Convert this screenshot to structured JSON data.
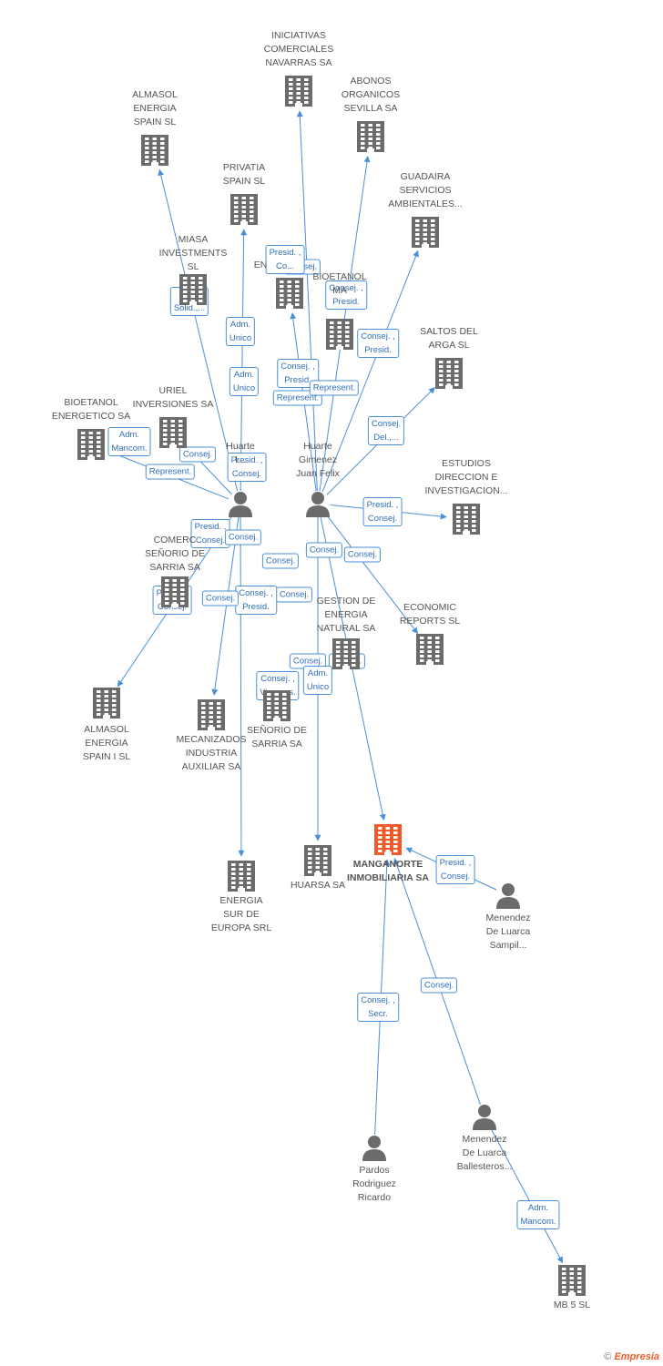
{
  "colors": {
    "link": "#4a90d9",
    "building": "#6b6b6b",
    "focus": "#f05a28",
    "person": "#6b6b6b"
  },
  "nodes": [
    {
      "id": "iniciativas",
      "type": "company",
      "label": "INICIATIVAS\nCOMERCIALES\nNAVARRAS SA"
    },
    {
      "id": "abonos",
      "type": "company",
      "label": "ABONOS\nORGANICOS\nSEVILLA SA"
    },
    {
      "id": "almasol",
      "type": "company",
      "label": "ALMASOL\nENERGIA\nSPAIN  SL"
    },
    {
      "id": "privatia",
      "type": "company",
      "label": "PRIVATIA\nSPAIN SL"
    },
    {
      "id": "guadaira",
      "type": "company",
      "label": "GUADAIRA\nSERVICIOS\nAMBIENTALES..."
    },
    {
      "id": "miasa",
      "type": "company",
      "label": "MIASA\nINVESTMENTS\nSL"
    },
    {
      "id": "en",
      "type": "company",
      "label": "EN"
    },
    {
      "id": "bioetanol2",
      "type": "company",
      "label": "BIOETANOL\nMA"
    },
    {
      "id": "saltos",
      "type": "company",
      "label": "SALTOS DEL\nARGA SL"
    },
    {
      "id": "uriel",
      "type": "company",
      "label": "URIEL\nINVERSIONES SA"
    },
    {
      "id": "bioetanol",
      "type": "company",
      "label": "BIOETANOL\nENERGETICO SA"
    },
    {
      "id": "huarte1",
      "type": "person",
      "label": "Huarte\nI..."
    },
    {
      "id": "huarte2",
      "type": "person",
      "label": "Huarte\nGimenez\nJuan Felix"
    },
    {
      "id": "estudios",
      "type": "company",
      "label": "ESTUDIOS\nDIRECCION E\nINVESTIGACION..."
    },
    {
      "id": "comerc",
      "type": "company",
      "label": "COMERC\nSEÑORIO DE\nSARRIA SA"
    },
    {
      "id": "gestion",
      "type": "company",
      "label": "GESTION DE\nENERGIA\nNATURAL SA"
    },
    {
      "id": "economic",
      "type": "company",
      "label": "ECONOMIC\nREPORTS SL"
    },
    {
      "id": "almasol1",
      "type": "company",
      "label": "ALMASOL\nENERGIA\nSPAIN I  SL"
    },
    {
      "id": "mecanizados",
      "type": "company",
      "label": "MECANIZADOS\nINDUSTRIA\nAUXILIAR SA"
    },
    {
      "id": "senorio",
      "type": "company",
      "label": "SEÑORIO DE\nSARRIA SA"
    },
    {
      "id": "energiasur",
      "type": "company",
      "label": "ENERGIA\nSUR DE\nEUROPA SRL"
    },
    {
      "id": "huarsa",
      "type": "company",
      "label": "HUARSA SA"
    },
    {
      "id": "manganorte",
      "type": "focus",
      "label": "MANGANORTE\nINMOBILIARIA SA"
    },
    {
      "id": "menendez1",
      "type": "person",
      "label": "Menendez\nDe Luarca\nSampil..."
    },
    {
      "id": "pardos",
      "type": "person",
      "label": "Pardos\nRodriguez\nRicardo"
    },
    {
      "id": "menendez2",
      "type": "person",
      "label": "Menendez\nDe Luarca\nBallesteros..."
    },
    {
      "id": "mb5",
      "type": "company",
      "label": "MB 5 SL"
    }
  ],
  "links": [
    {
      "from": "huarte2",
      "to": "iniciativas",
      "label": "Consej."
    },
    {
      "from": "huarte2",
      "to": "abonos",
      "label": "Consej. ,\nPresid."
    },
    {
      "from": "huarte1",
      "to": "almasol",
      "label": "Liq.\nSolid.,..."
    },
    {
      "from": "huarte1",
      "to": "privatia",
      "label": "Adm.\nUnico"
    },
    {
      "from": "huarte2",
      "to": "guadaira",
      "label": "Consej. ,\nPresid."
    },
    {
      "from": "huarte2",
      "to": "en",
      "label": "Presid. ,\nCo..."
    },
    {
      "from": "huarte2",
      "to": "saltos",
      "label": "Consej.\nDel.,..."
    },
    {
      "from": "huarte1",
      "to": "bioetanol",
      "label": "Adm.\nMancom."
    },
    {
      "from": "huarte1",
      "to": "uriel",
      "label": "Represent."
    },
    {
      "from": "huarte2",
      "to": "estudios",
      "label": "Presid. ,\nConsej."
    },
    {
      "from": "huarte1",
      "to": "almasol1",
      "label": "Presid. ,\nConsej."
    },
    {
      "from": "huarte2",
      "to": "economic",
      "label": "Consej."
    },
    {
      "from": "huarte2",
      "to": "manganorte",
      "label": "Consej."
    },
    {
      "from": "huarte2",
      "to": "huarsa",
      "label": "Consej."
    },
    {
      "from": "huarte1",
      "to": "energiasur",
      "label": "Consej. ,\nVicepres."
    },
    {
      "from": "huarte1",
      "to": "mecanizados",
      "label": "Consej. ,\nPresid."
    },
    {
      "from": "pardos",
      "to": "manganorte",
      "label": "Consej. ,\nSecr."
    },
    {
      "from": "menendez2",
      "to": "manganorte",
      "label": "Consej."
    },
    {
      "from": "menendez1",
      "to": "manganorte",
      "label": "Presid. ,\nConsej."
    },
    {
      "from": "menendez2",
      "to": "mb5",
      "label": "Adm.\nMancom."
    }
  ],
  "extra_tags": [
    "Adm.\nUnico",
    "Consej. ,\nPresid.",
    "Represent.",
    "Represent.",
    "Consej.",
    "Presid. ,\nConsej.",
    "Consej.\nPresid.",
    "Consej.",
    "Presid. ,\nConsej.",
    "Consej.",
    "Consej.",
    "Consej.",
    "Consej.",
    "Consej.",
    "Adm.\nUnico"
  ],
  "credit": {
    "copyright": "©",
    "brand": "Empresia"
  }
}
